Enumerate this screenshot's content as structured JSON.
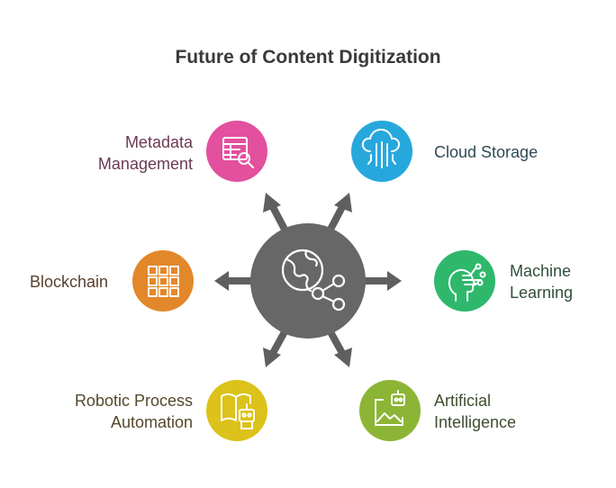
{
  "title": "Future of Content Digitization",
  "colors": {
    "hub": "#676767",
    "arrow": "#5f5f5f",
    "metadata": "#e2509e",
    "cloud": "#27a8dd",
    "blockchain": "#e2882b",
    "machine": "#2fb86c",
    "robotic": "#dcc21a",
    "artificial": "#8cb535",
    "text_pink": "#6b3a52",
    "text_blue": "#2f4a57",
    "text_orange": "#5a4030",
    "text_green": "#2f4e3b",
    "text_yellow": "#54492a",
    "text_lime": "#3f4d2e"
  },
  "nodes": {
    "metadata": {
      "line1": "Metadata",
      "line2": "Management",
      "icon": "table-search-icon"
    },
    "cloud": {
      "line1": "Cloud Storage",
      "icon": "cloud-circuit-icon"
    },
    "blockchain": {
      "line1": "Blockchain",
      "icon": "linked-blocks-icon"
    },
    "machine": {
      "line1": "Machine",
      "line2": "Learning",
      "icon": "head-network-icon"
    },
    "robotic": {
      "line1": "Robotic Process",
      "line2": "Automation",
      "icon": "book-robot-icon"
    },
    "artificial": {
      "line1": "Artificial",
      "line2": "Intelligence",
      "icon": "robot-image-icon"
    }
  },
  "hub": {
    "icon": "globe-share-icon"
  }
}
